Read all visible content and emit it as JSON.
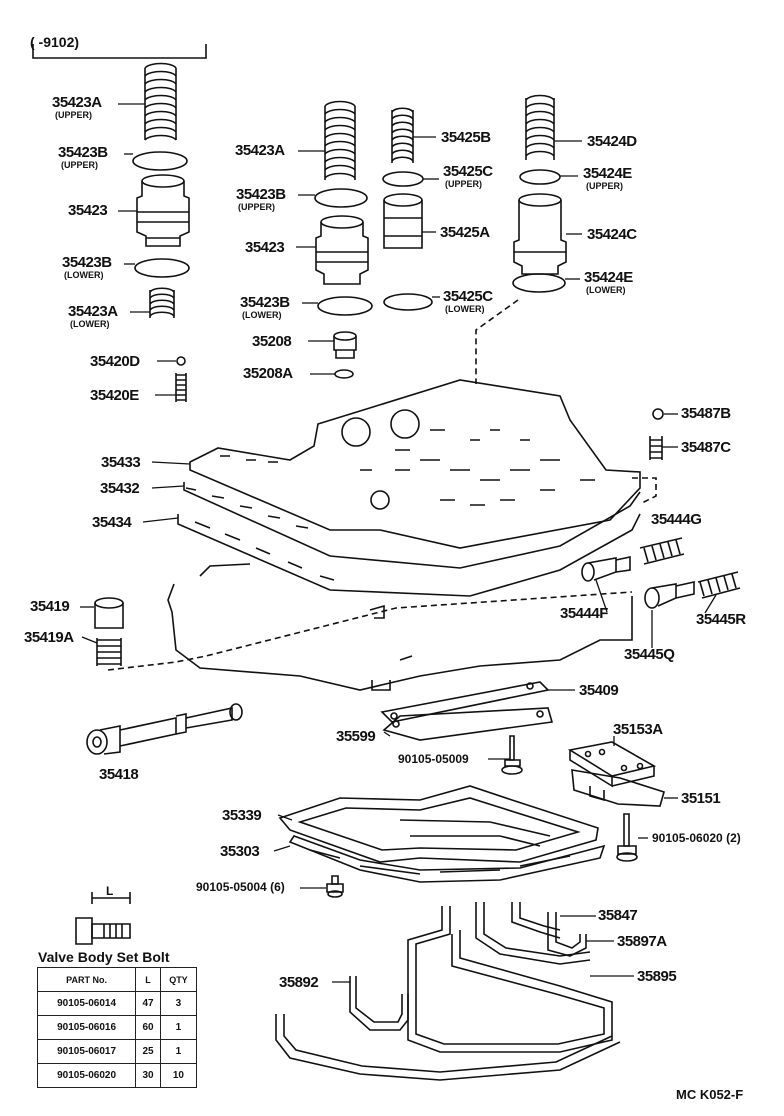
{
  "date_range": "(    -9102)",
  "labels": {
    "p35423A_l": "35423A",
    "p35423A_l_sub": "(UPPER)",
    "p35423B_l": "35423B",
    "p35423B_l_sub": "(UPPER)",
    "p35423_l": "35423",
    "p35423B_l2": "35423B",
    "p35423B_l2_sub": "(LOWER)",
    "p35423A_l2": "35423A",
    "p35423A_l2_sub": "(LOWER)",
    "p35420D": "35420D",
    "p35420E": "35420E",
    "p35423A_m": "35423A",
    "p35423B_m": "35423B",
    "p35423B_m_sub": "(UPPER)",
    "p35423_m": "35423",
    "p35423B_m2": "35423B",
    "p35423B_m2_sub": "(LOWER)",
    "p35208": "35208",
    "p35208A": "35208A",
    "p35425B": "35425B",
    "p35425C_u": "35425C",
    "p35425C_u_sub": "(UPPER)",
    "p35425A": "35425A",
    "p35425C_l": "35425C",
    "p35425C_l_sub": "(LOWER)",
    "p35424D": "35424D",
    "p35424E_u": "35424E",
    "p35424E_u_sub": "(UPPER)",
    "p35424C": "35424C",
    "p35424E_l": "35424E",
    "p35424E_l_sub": "(LOWER)",
    "p35487B": "35487B",
    "p35487C": "35487C",
    "p35433": "35433",
    "p35432": "35432",
    "p35434": "35434",
    "p35444G": "35444G",
    "p35444F": "35444F",
    "p35445R": "35445R",
    "p35445Q": "35445Q",
    "p35419": "35419",
    "p35419A": "35419A",
    "p35409": "35409",
    "p35599": "35599",
    "p35418": "35418",
    "p35153A": "35153A",
    "p35151": "35151",
    "p35339": "35339",
    "p35303": "35303",
    "p35847": "35847",
    "p35897A": "35897A",
    "p35892": "35892",
    "p35895": "35895"
  },
  "bolts": {
    "b05009": "90105-05009",
    "b06020": "90105-06020 (2)",
    "b05004": "90105-05004 (6)"
  },
  "bolt_dimension_label": "L",
  "spec_table": {
    "title": "Valve Body Set Bolt",
    "headers": [
      "PART No.",
      "L",
      "QTY"
    ],
    "rows": [
      [
        "90105-06014",
        "47",
        "3"
      ],
      [
        "90105-06016",
        "60",
        "1"
      ],
      [
        "90105-06017",
        "25",
        "1"
      ],
      [
        "90105-06020",
        "30",
        "10"
      ]
    ]
  },
  "figure_code": "MC K052-F"
}
